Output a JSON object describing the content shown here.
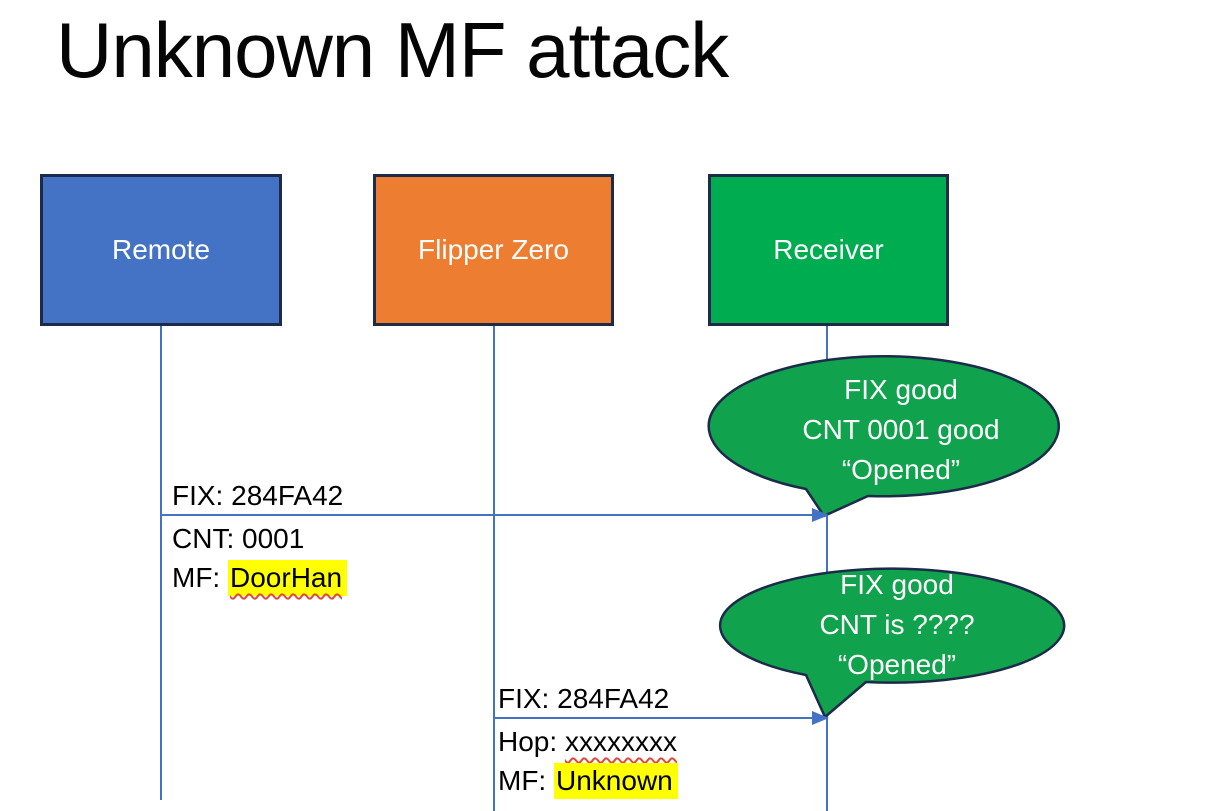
{
  "slide": {
    "title": "Unknown MF attack"
  },
  "actors": [
    {
      "label": "Remote",
      "fill": "#4472C4"
    },
    {
      "label": "Flipper Zero",
      "fill": "#ED7D31"
    },
    {
      "label": "Receiver",
      "fill": "#00AC50"
    }
  ],
  "messages": [
    {
      "from": "Remote",
      "to": "Receiver",
      "above": "FIX: 284FA42",
      "below": [
        {
          "prefix": "CNT: ",
          "value": "0001"
        },
        {
          "prefix": "MF: ",
          "value": "DoorHan"
        }
      ]
    },
    {
      "from": "Flipper Zero",
      "to": "Receiver",
      "above": "FIX: 284FA42",
      "below": [
        {
          "prefix": "Hop: ",
          "value": "xxxxxxxx"
        },
        {
          "prefix": "MF: ",
          "value": "Unknown"
        }
      ]
    }
  ],
  "callouts": [
    {
      "line1": "FIX good",
      "line2": "CNT 0001 good",
      "line3": "“Opened”"
    },
    {
      "line1": "FIX good",
      "line2": "CNT is ????",
      "line3": "“Opened”"
    }
  ],
  "colors": {
    "actor_border": "#1C2B4A",
    "connector": "#4472C4",
    "callout_fill": "#10A24C",
    "callout_border": "#1C2B4A",
    "highlight": "#FFFF00",
    "squiggle": "#E0483E"
  }
}
